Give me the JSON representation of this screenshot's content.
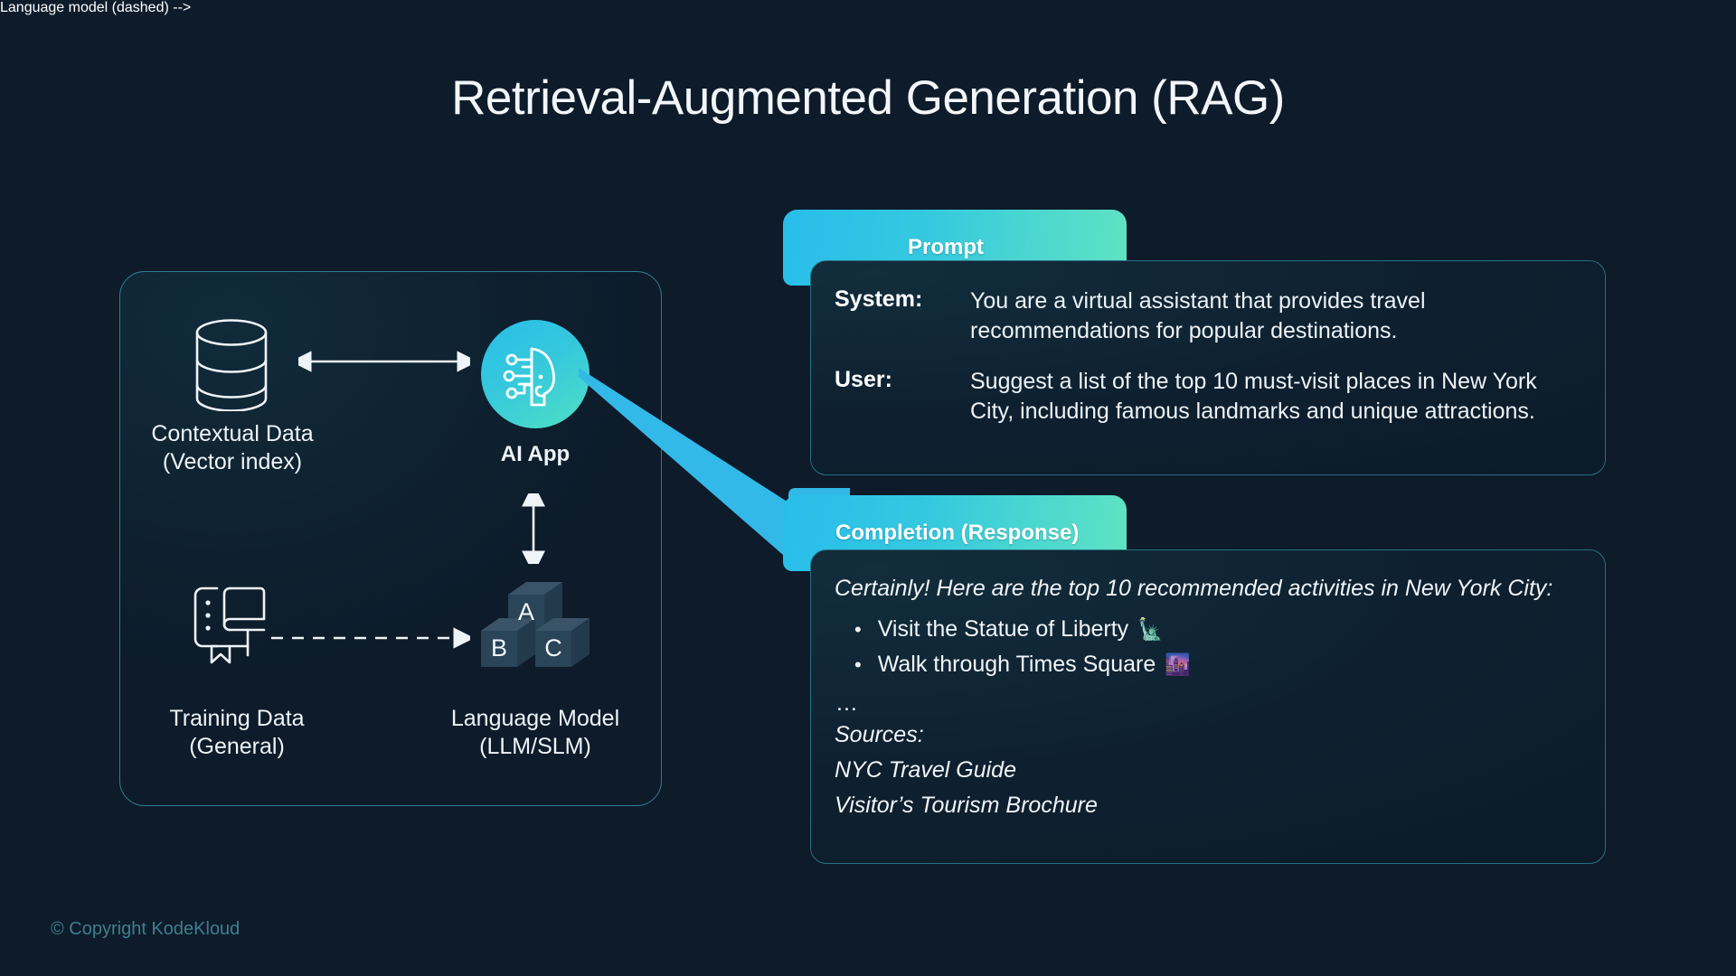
{
  "slide": {
    "title": "Retrieval-Augmented Generation (RAG)",
    "copyright": "© Copyright KodeKloud",
    "background_color": "#0d1b2a",
    "accent_color": "#29bdeb",
    "accent_color_2": "#5fe3c3",
    "panel_border_color": "#2f7f92"
  },
  "diagram": {
    "nodes": {
      "contextual_data": {
        "label": "Contextual Data\n(Vector index)",
        "icon": "database-icon"
      },
      "ai_app": {
        "label": "AI App",
        "icon": "ai-head-circuit-icon"
      },
      "training_data": {
        "label": "Training Data\n(General)",
        "icon": "books-icon"
      },
      "language_model": {
        "label": "Language Model\n(LLM/SLM)",
        "icon": "blocks-icon",
        "cube_letters": [
          "A",
          "B",
          "C"
        ]
      }
    },
    "connectors": [
      {
        "name": "database-to-ai-app",
        "style": "solid",
        "direction": "bidirectional"
      },
      {
        "name": "ai-app-to-language-model",
        "style": "solid",
        "direction": "bidirectional"
      },
      {
        "name": "training-data-to-language-model",
        "style": "dashed",
        "direction": "forward"
      },
      {
        "name": "ai-app-to-completion",
        "style": "wedge",
        "direction": "forward"
      }
    ]
  },
  "prompt": {
    "tab_label": "Prompt",
    "rows": [
      {
        "role": "System:",
        "text": "You are a virtual assistant that provides travel recommendations for popular destinations."
      },
      {
        "role": "User:",
        "text": "Suggest a list of the top 10 must-visit places in New York City, including famous landmarks and unique attractions."
      }
    ]
  },
  "completion": {
    "tab_label": "Completion (Response)",
    "intro": "Certainly! Here are the top 10 recommended activities in New York City:",
    "bullets": [
      {
        "text": "Visit the Statue of Liberty",
        "emoji": "🗽"
      },
      {
        "text": "Walk through Times Square",
        "emoji": "🌆"
      }
    ],
    "ellipsis": "...",
    "sources_label": "Sources:",
    "sources": [
      "NYC Travel Guide",
      "Visitor’s Tourism Brochure"
    ]
  }
}
